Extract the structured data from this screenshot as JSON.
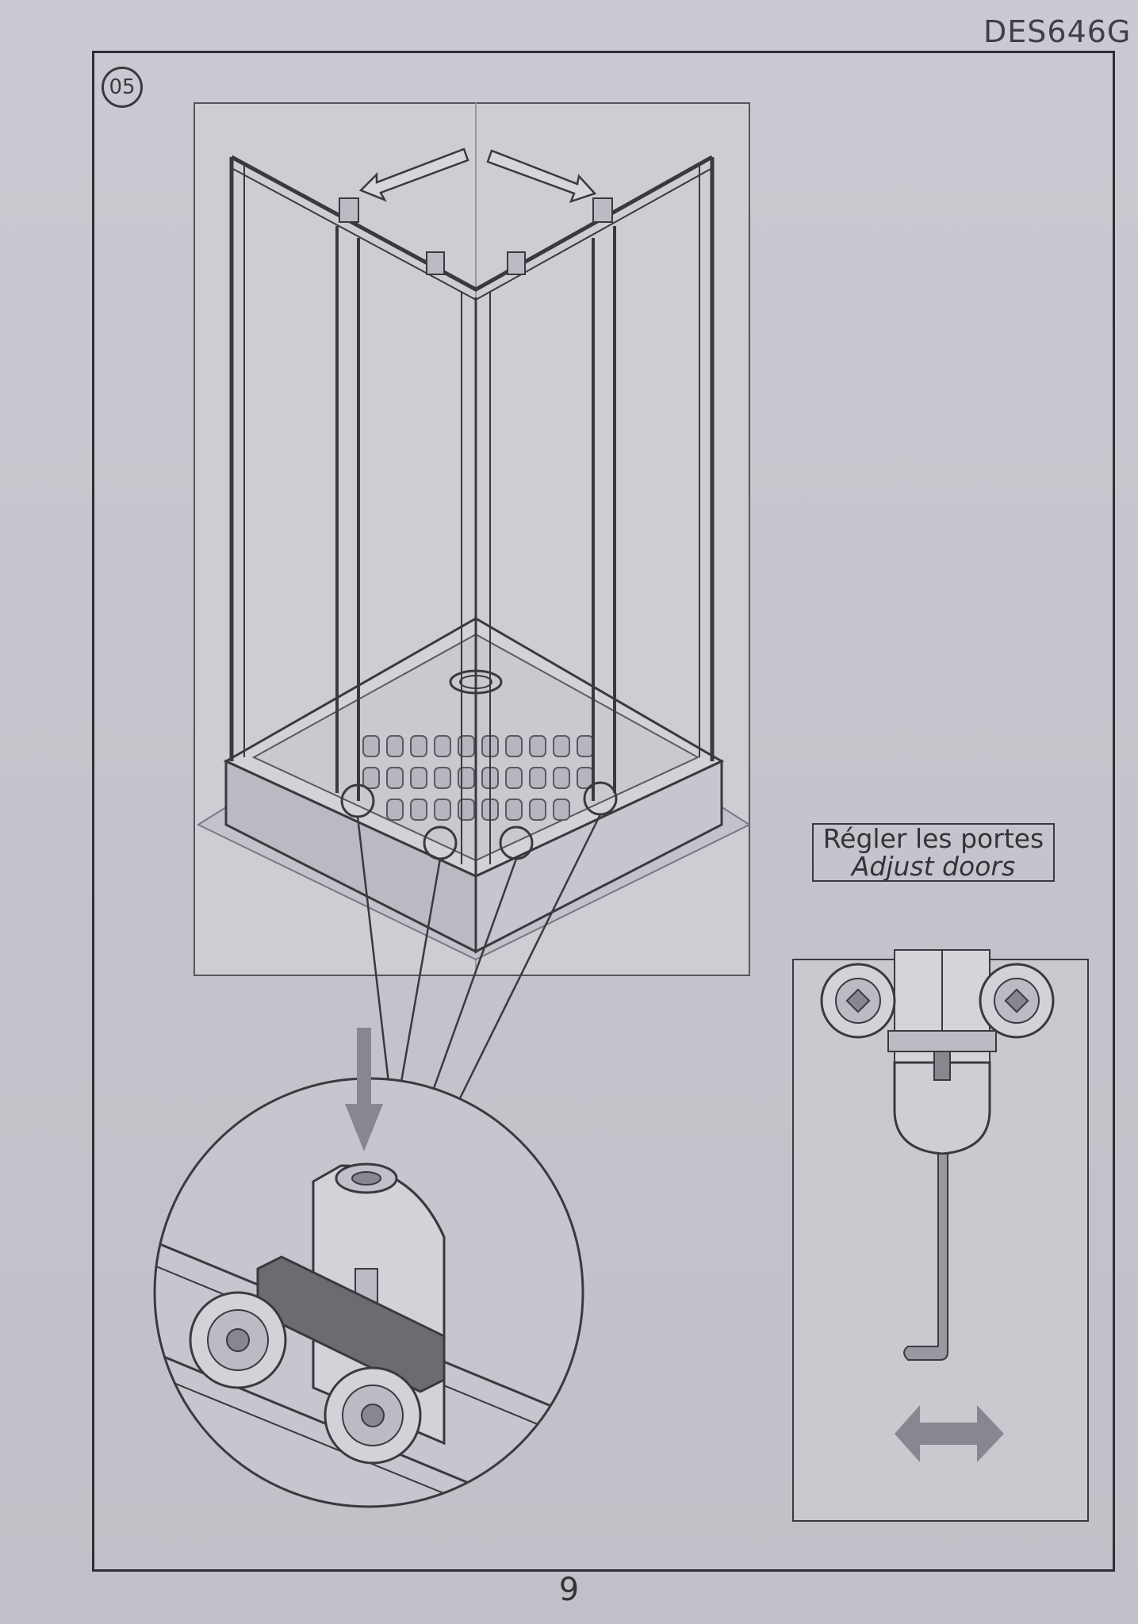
{
  "document": {
    "model_code": "DES646G",
    "step_number": "05",
    "label_fr": "Régler les portes",
    "label_en": "Adjust doors",
    "page_number": "9"
  },
  "colors": {
    "paper": "#c9c5ce",
    "line": "#3a3a3e",
    "arrow_fill": "#8a868f"
  },
  "icons": [
    "double-arrow-icon",
    "down-arrow-icon",
    "slide-arrow-icon",
    "allen-key-icon",
    "roller-wheel-icon"
  ]
}
